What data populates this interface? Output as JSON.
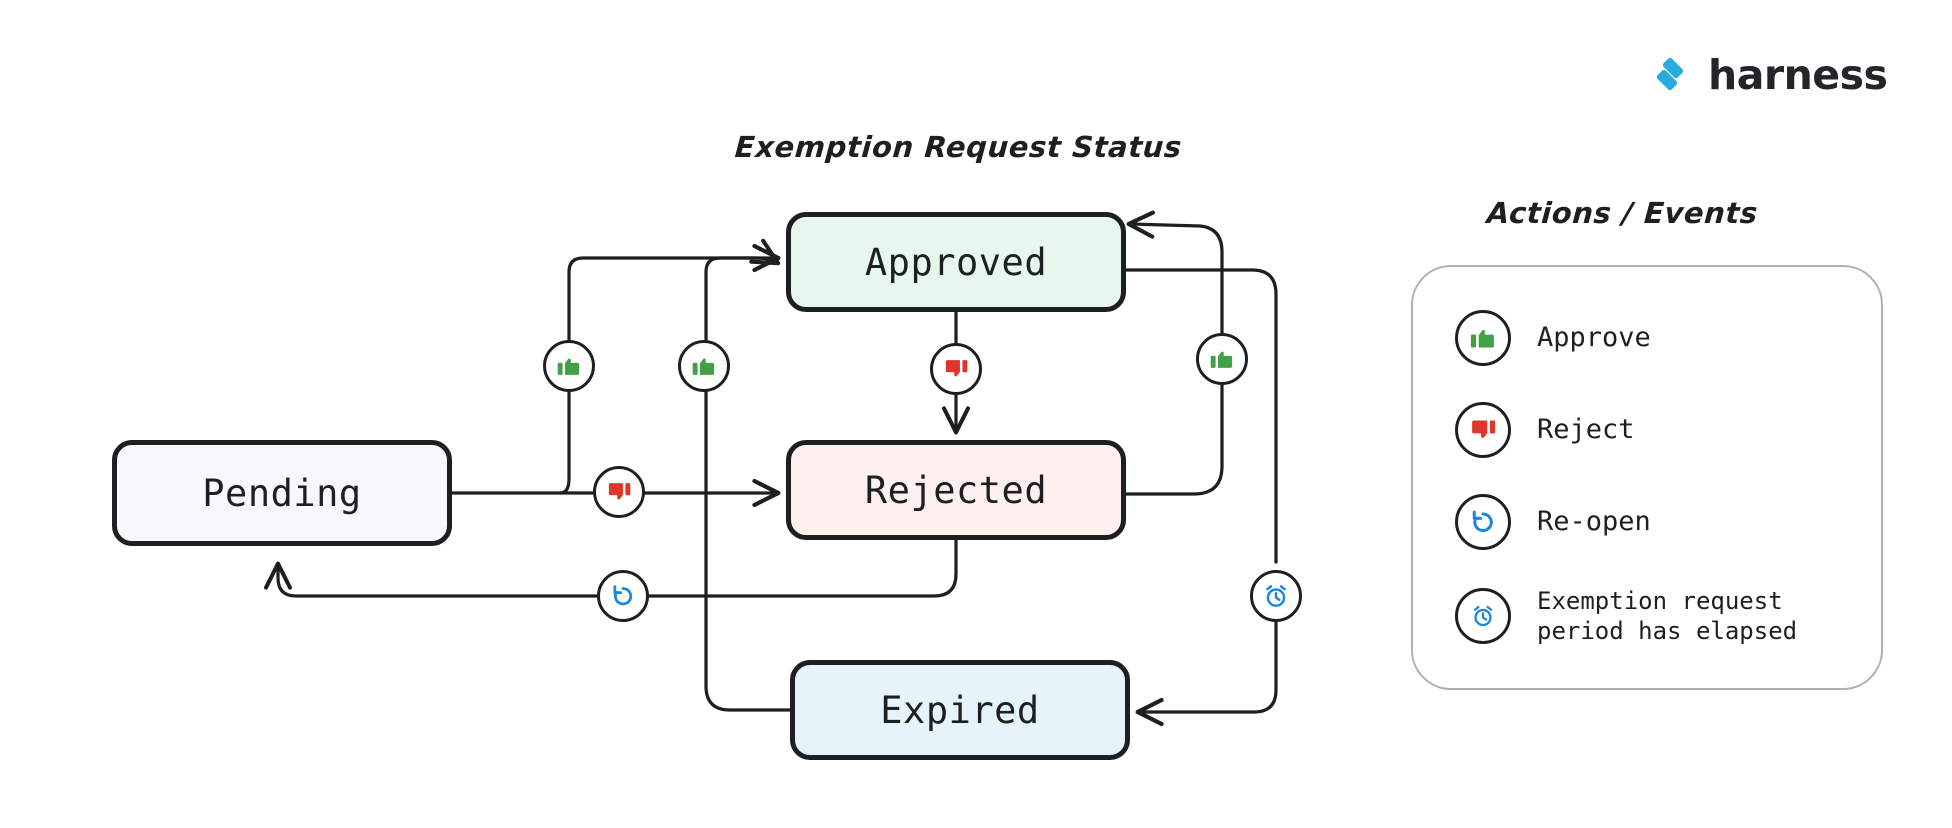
{
  "brand": {
    "name": "harness",
    "logo_icon": "harness-diamond-logo",
    "logo_color": "#29aae1"
  },
  "diagram": {
    "title": "Exemption Request Status",
    "states": [
      {
        "id": "pending",
        "label": "Pending",
        "fill": "#f6f8f9"
      },
      {
        "id": "approved",
        "label": "Approved",
        "fill": "#e7f7ed"
      },
      {
        "id": "rejected",
        "label": "Rejected",
        "fill": "#fdf0ef"
      },
      {
        "id": "expired",
        "label": "Expired",
        "fill": "#e6f3fb"
      }
    ],
    "transitions": [
      {
        "from": "pending",
        "to": "approved",
        "action": "approve"
      },
      {
        "from": "pending",
        "to": "rejected",
        "action": "reject"
      },
      {
        "from": "approved",
        "to": "rejected",
        "action": "reject"
      },
      {
        "from": "rejected",
        "to": "approved",
        "action": "approve"
      },
      {
        "from": "expired",
        "to": "approved",
        "action": "approve"
      },
      {
        "from": "rejected",
        "to": "pending",
        "action": "reopen"
      },
      {
        "from": "approved",
        "to": "expired",
        "action": "elapsed"
      }
    ]
  },
  "legend": {
    "title": "Actions / Events",
    "items": [
      {
        "icon": "thumbs-up-icon",
        "label": "Approve",
        "color": "#43a047"
      },
      {
        "icon": "thumbs-down-icon",
        "label": "Reject",
        "color": "#e0352b"
      },
      {
        "icon": "reopen-icon",
        "label": "Re-open",
        "color": "#1b87e0"
      },
      {
        "icon": "alarm-clock-icon",
        "label": "Exemption request\nperiod has elapsed",
        "color": "#1b87e0"
      }
    ]
  }
}
